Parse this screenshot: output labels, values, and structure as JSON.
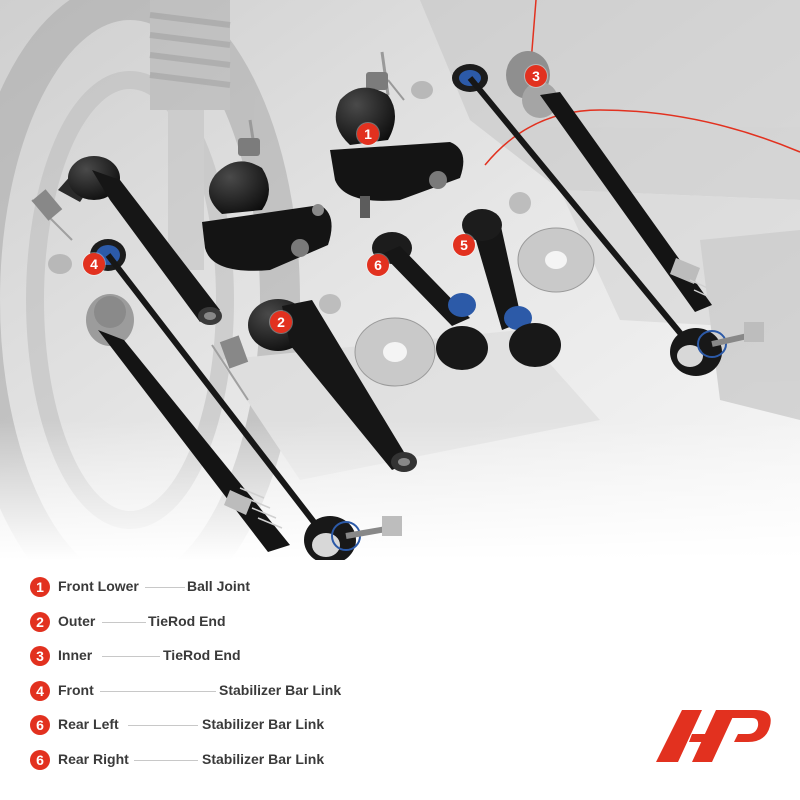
{
  "markers": [
    {
      "num": "1"
    },
    {
      "num": "2"
    },
    {
      "num": "3"
    },
    {
      "num": "4"
    },
    {
      "num": "5"
    },
    {
      "num": "6"
    }
  ],
  "legend": [
    {
      "num": "1",
      "position": "Front Lower",
      "part": "Ball Joint"
    },
    {
      "num": "2",
      "position": "Outer",
      "part": "TieRod End"
    },
    {
      "num": "3",
      "position": "Inner",
      "part": "TieRod End"
    },
    {
      "num": "4",
      "position": "Front",
      "part": "Stabilizer Bar Link"
    },
    {
      "num": "6",
      "position": "Rear Left",
      "part": "Stabilizer Bar Link"
    },
    {
      "num": "6",
      "position": "Rear Right",
      "part": "Stabilizer Bar Link"
    }
  ],
  "colors": {
    "accent": "#e2311f",
    "text": "#3a3a3a",
    "part_black": "#151515",
    "background_gray": "#d9d9d9"
  },
  "logo": {
    "icon": "ap-brand-logo"
  }
}
